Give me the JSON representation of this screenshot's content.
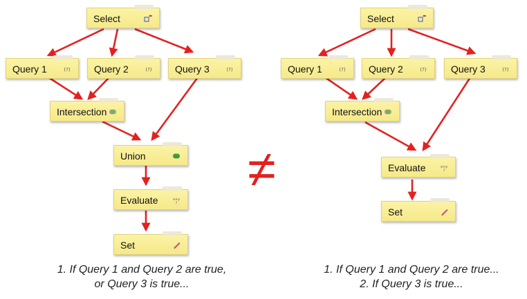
{
  "left": {
    "select": "Select",
    "query1": "Query 1",
    "query2": "Query 2",
    "query3": "Query 3",
    "intersection": "Intersection",
    "union": "Union",
    "evaluate": "Evaluate",
    "set": "Set",
    "caption_line1": "1. If Query 1 and Query 2 are true,",
    "caption_line2": "or Query 3 is true..."
  },
  "right": {
    "select": "Select",
    "query1": "Query 1",
    "query2": "Query 2",
    "query3": "Query 3",
    "intersection": "Intersection",
    "evaluate": "Evaluate",
    "set": "Set",
    "caption_line1": "1. If Query 1 and Query 2 are true...",
    "caption_line2": "2. If Query 3 is true..."
  },
  "not_equal_symbol": "≠",
  "icon_query_text": "(?)",
  "icon_evaluate_text": "x+y",
  "colors": {
    "note_fill": "#f8ee96",
    "arrow": "#e3211f"
  }
}
